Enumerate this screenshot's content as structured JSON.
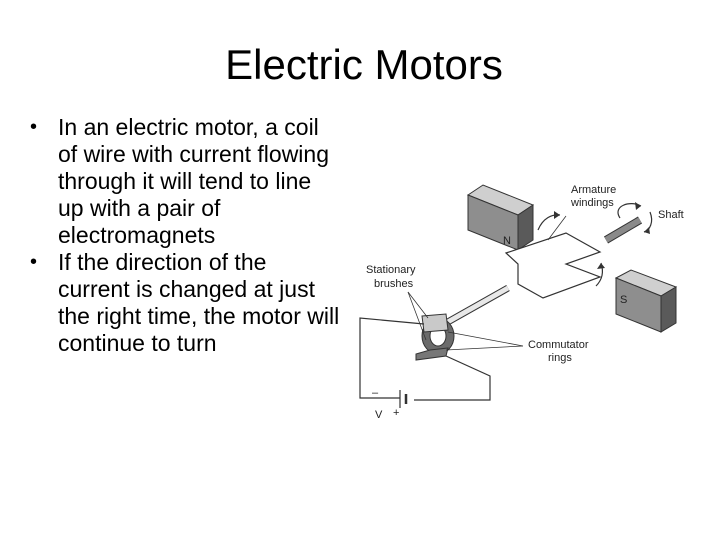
{
  "slide": {
    "title": "Electric Motors",
    "bullets": [
      "In an electric motor, a coil of wire with current flowing through it will tend to line up with a pair of electromagnets",
      "If the direction of the current is changed at just the right time, the motor will continue to turn"
    ]
  },
  "diagram": {
    "labels": {
      "armature_1": "Armature",
      "armature_2": "windings",
      "shaft": "Shaft",
      "stationary_1": "Stationary",
      "stationary_2": "brushes",
      "commutator_1": "Commutator",
      "commutator_2": "rings",
      "north": "N",
      "south": "S",
      "voltage": "V",
      "minus": "–",
      "plus": "+"
    }
  }
}
